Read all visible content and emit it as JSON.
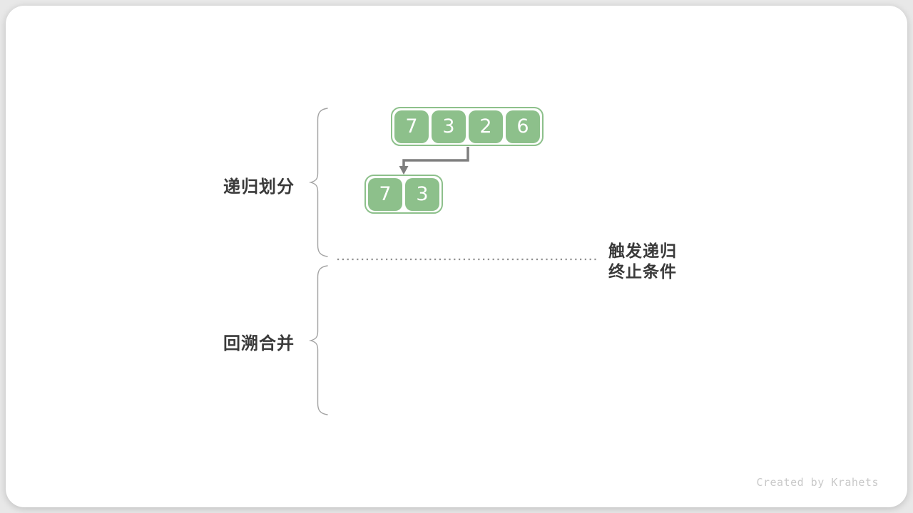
{
  "phases": [
    {
      "label": "递归划分"
    },
    {
      "label": "回溯合并"
    }
  ],
  "arrays": {
    "level1": [
      "7",
      "3",
      "2",
      "6"
    ],
    "level2": [
      "7",
      "3"
    ]
  },
  "annotation": {
    "line1": "触发递归",
    "line2": "终止条件"
  },
  "footer": {
    "credit": "Created by Krahets"
  },
  "colors": {
    "cell_green": "#8dc08b",
    "label_text": "#3a3a3a",
    "arrow_gray": "#7f7f7f",
    "brace_gray": "#a3a3a3",
    "dotted_line_gray": "#8f8f8f",
    "credit_gray": "#c9c9c9",
    "card_background": "#ffffff",
    "page_background": "#e8e8e8"
  }
}
